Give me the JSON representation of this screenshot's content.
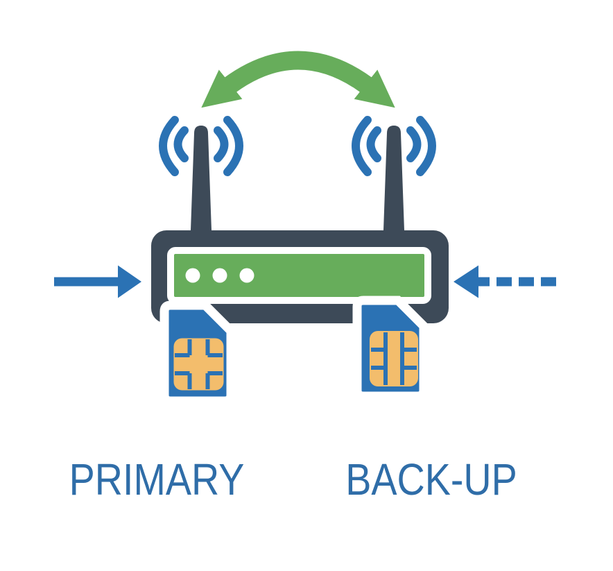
{
  "diagram": {
    "type": "dual-sim-failover-router",
    "labels": {
      "primary": "PRIMARY",
      "backup": "BACK-UP"
    }
  },
  "colors": {
    "bg": "#ffffff",
    "green": "#67ad5b",
    "slate": "#3d4a58",
    "blue": "#2b72b4",
    "chip": "#f3bd6c",
    "text": "#2f6da8",
    "white": "#ffffff"
  },
  "icons": {
    "swap_arrow": "green curved double-headed arrow",
    "wifi_antenna": "antenna mast with signal waves",
    "router": "router body with status LED dots",
    "sim_card": "SIM card with contact chip",
    "solid_arrow": "solid right-pointing arrow",
    "dashed_arrow": "dashed left-pointing arrow"
  }
}
